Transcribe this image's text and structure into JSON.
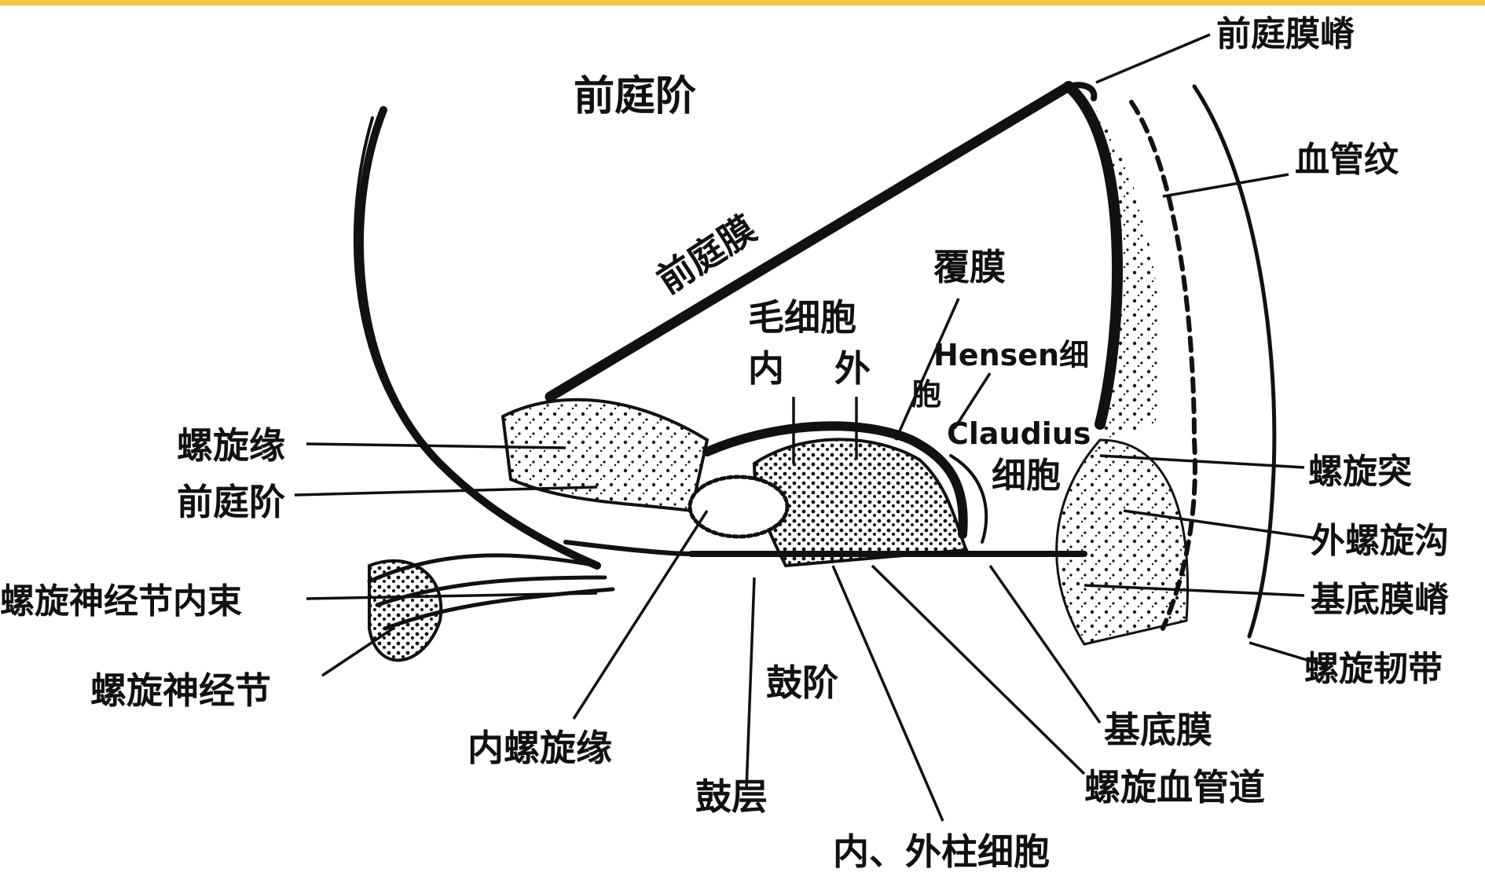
{
  "colors": {
    "accent_bar": "#f5c842",
    "ink": "#111111",
    "background": "#ffffff"
  },
  "labels": {
    "scala_vestibuli": "前庭阶",
    "vestibular_lip": "前庭膜嵴",
    "stria_vascularis": "血管纹",
    "vestibular_membrane": "前庭膜",
    "tectorial_membrane": "覆膜",
    "hair_cells": "毛细胞",
    "inner": "内",
    "outer": "外",
    "hensen_cells_1": "Hensen细",
    "hensen_cells_2": "胞",
    "claudius_cells_1": "Claudius",
    "claudius_cells_2": "细胞",
    "spiral_limbus": "螺旋缘",
    "scala_vestibuli_wall": "前庭阶",
    "spiral_prominence": "螺旋突",
    "outer_spiral_sulcus": "外螺旋沟",
    "basilar_crest": "基底膜嵴",
    "spiral_ganglion_inner_bundle": "螺旋神经节内束",
    "spiral_ligament": "螺旋韧带",
    "spiral_ganglion": "螺旋神经节",
    "scala_tympani": "鼓阶",
    "inner_spiral_sulcus": "内螺旋缘",
    "basilar_membrane": "基底膜",
    "tympanic_layer": "鼓层",
    "spiral_vessel": "螺旋血管道",
    "pillar_cells": "内、外柱细胞"
  }
}
